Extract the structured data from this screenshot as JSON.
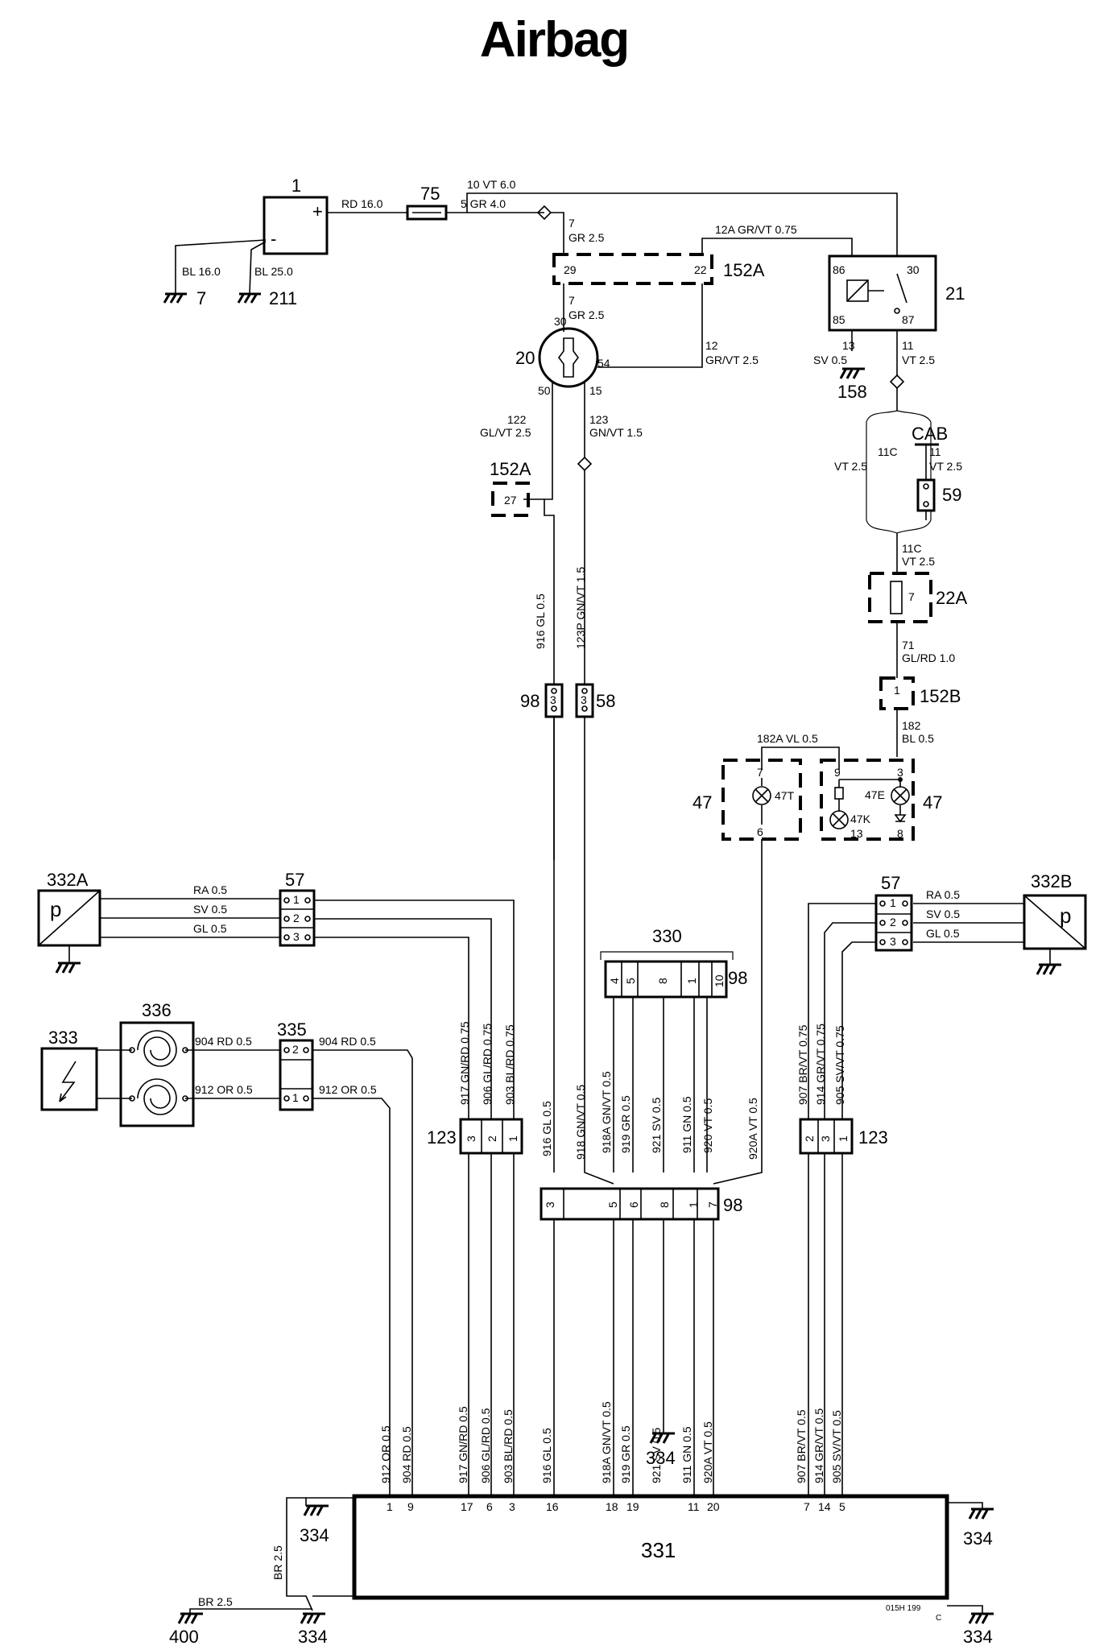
{
  "title": "Airbag",
  "components": {
    "battery": "1",
    "fuse75": "75",
    "conn152a": "152A",
    "conn152a_b": "152A",
    "ign_switch": "20",
    "relay": "21",
    "g158": "158",
    "cab": "CAB",
    "fuse59": "59",
    "fuse22a": "22A",
    "conn152b": "152B",
    "lamp47_left": "47",
    "lamp47_right": "47",
    "conn98_top": "98",
    "conn58": "58",
    "sensor332a": "332A",
    "sensor332b": "332B",
    "conn57_left": "57",
    "conn57_right": "57",
    "clock336": "336",
    "airbag333": "333",
    "conn335": "335",
    "conn330": "330",
    "conn330_tag": "98",
    "conn123_left": "123",
    "conn123_right": "123",
    "conn98_bottom": "98",
    "ecu331": "331",
    "g334_mid": "334",
    "g334_a": "334",
    "g334_b": "334",
    "g334_c": "334",
    "g334_d": "334",
    "g400": "400",
    "g7": "7",
    "g211": "211",
    "footer_code": "015H 199",
    "footer_rev": "C"
  },
  "wires": {
    "w10": "10  VT  6.0",
    "rd16": "RD  16.0",
    "w5": "5  GR  4.0",
    "bl16": "BL  16.0",
    "bl25": "BL  25.0",
    "w7a": "7",
    "gr25a": "GR  2.5",
    "w12a": "12A  GR/VT  0.75",
    "w7b": "7",
    "gr25b": "GR  2.5",
    "w12": "12",
    "grvt25": "GR/VT  2.5",
    "w13": "13",
    "sv05": "SV  0.5",
    "w11": "11",
    "vt25a": "VT  2.5",
    "w122": "122",
    "glvt25": "GL/VT  2.5",
    "w123": "123",
    "gnvt15": "GN/VT  1.5",
    "w11c": "11C",
    "vt25b": "VT  2.5",
    "w11b": "11",
    "vt25c": "VT  2.5",
    "w11c2": "11C",
    "vt25d": "VT  2.5",
    "w71": "71",
    "glrd10": "GL/RD  1.0",
    "w182a": "182A  VL  0.5",
    "w182": "182",
    "bl05": "BL  0.5",
    "w916a": "916  GL  0.5",
    "w123p": "123P  GN/VT  1.5",
    "ra05_l": "RA  0.5",
    "sv05_l": "SV  0.5",
    "gl05_l": "GL  0.5",
    "ra05_r": "RA  0.5",
    "sv05_r": "SV  0.5",
    "gl05_r": "GL  0.5",
    "w904a": "904  RD  0.5",
    "w904b": "904  RD  0.5",
    "w912a": "912  OR  0.5",
    "w912b": "912  OR  0.5",
    "w917a": "917  GN/RD  0.75",
    "w906a": "906  GL/RD  0.75",
    "w903a": "903  BL/RD  0.75",
    "w916b": "916  GL  0.5",
    "w918a": "918  GN/VT  0.5",
    "w918aa": "918A  GN/VT  0.5",
    "w919a": "919  GR  0.5",
    "w921a": "921  SV  0.5",
    "w911a": "911  GN  0.5",
    "w920a": "920  VT  0.5",
    "w920aa": "920A  VT  0.5",
    "w907a": "907  BR/VT  0.75",
    "w914a": "914  GR/VT  0.75",
    "w905a": "905  SV/VT  0.75",
    "w912c": "912  OR  0.5",
    "w904c": "904  RD  0.5",
    "w917b": "917  GN/RD  0.5",
    "w906b": "906  GL/RD  0.5",
    "w903b": "903  BL/RD  0.5",
    "w916c": "916  GL  0.5",
    "w918ab": "918A  GN/VT  0.5",
    "w919b": "919  GR  0.5",
    "w921b": "921  SV  0.5",
    "w911b": "911  GN  0.5",
    "w920ab": "920A  VT  0.5",
    "w907b": "907  BR/VT  0.5",
    "w914b": "914  GR/VT  0.5",
    "w905b": "905  SV/VT  0.5",
    "br25a": "BR  2.5",
    "br25b": "BR  2.5"
  },
  "pins": {
    "p29": "29",
    "p22": "22",
    "p30s": "30",
    "p50": "50",
    "p15": "15",
    "p54": "54",
    "p86": "86",
    "p30r": "30",
    "p85": "85",
    "p87": "87",
    "p27": "27",
    "p7f": "7",
    "p1b": "1",
    "p7l": "7",
    "p47t": "47T",
    "p6l": "6",
    "p9r": "9",
    "p3r": "3",
    "p47e": "47E",
    "p47k": "47K",
    "p13r": "13",
    "p8r": "8",
    "p3a": "3",
    "p3b": "3",
    "p57l1": "1",
    "p57l2": "2",
    "p57l3": "3",
    "p57r1": "1",
    "p57r2": "2",
    "p57r3": "3",
    "p335_2": "2",
    "p335_1": "1",
    "p330_4": "4",
    "p330_5": "5",
    "p330_8": "8",
    "p330_1": "1",
    "p330_10": "10",
    "p123_3": "3",
    "p123_2": "2",
    "p123_1": "1",
    "p123r_2": "2",
    "p123r_3": "3",
    "p123r_1": "1",
    "p98_3": "3",
    "p98_5": "5",
    "p98_6": "6",
    "p98_8": "8",
    "p98_1": "1",
    "p98_7": "7",
    "e1": "1",
    "e9": "9",
    "e17": "17",
    "e6": "6",
    "e3": "3",
    "e16": "16",
    "e18": "18",
    "e19": "19",
    "e11": "11",
    "e20": "20",
    "e7": "7",
    "e14": "14",
    "e5": "5",
    "bplus": "+",
    "bminus": "-",
    "sensor_p1": "p",
    "sensor_p2": "p"
  }
}
